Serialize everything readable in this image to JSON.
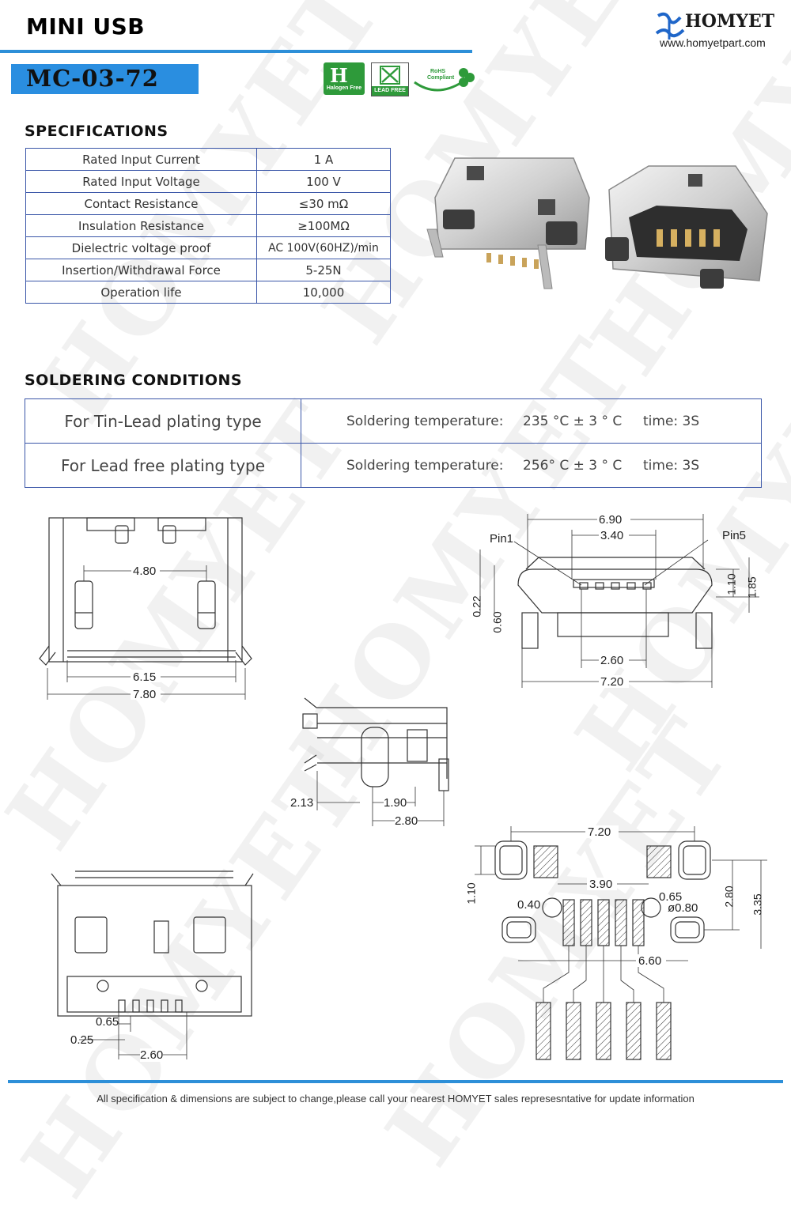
{
  "header": {
    "title": "MINI USB",
    "brand": "HOMYET",
    "website": "www.homyetpart.com",
    "model": "MC-03-72",
    "badges": {
      "halogen": "Halogen Free",
      "lead": "LEAD FREE",
      "rohs_top": "RoHS",
      "rohs_bottom": "Compliant"
    }
  },
  "specifications": {
    "heading": "SPECIFICATIONS",
    "rows": [
      {
        "name": "Rated Input Current",
        "value": "1 A"
      },
      {
        "name": "Rated Input Voltage",
        "value": "100 V"
      },
      {
        "name": "Contact Resistance",
        "value": "≤30 mΩ"
      },
      {
        "name": "Insulation Resistance",
        "value": "≥100MΩ"
      },
      {
        "name": "Dielectric voltage proof",
        "value": "AC 100V(60HZ)/min"
      },
      {
        "name": "Insertion/Withdrawal Force",
        "value": "5-25N"
      },
      {
        "name": "Operation life",
        "value": "10,000"
      }
    ]
  },
  "soldering": {
    "heading": "SOLDERING  CONDITIONS",
    "rows": [
      {
        "type": "For Tin-Lead plating type",
        "label": "Soldering temperature:",
        "temp": "235 °C ± 3 ° C",
        "time": "time: 3S"
      },
      {
        "type": "For Lead free plating type",
        "label": "Soldering temperature:",
        "temp": "256° C ± 3 ° C",
        "time": "time: 3S"
      }
    ]
  },
  "drawings": {
    "top_view": {
      "d1": "4.80",
      "d2": "6.15",
      "d3": "7.80"
    },
    "front_view": {
      "pin1": "Pin1",
      "pin5": "Pin5",
      "d1": "6.90",
      "d2": "3.40",
      "d3": "2.60",
      "d4": "7.20",
      "d5": "0.22",
      "d6": "0.60",
      "d7": "1.10",
      "d8": "1.85"
    },
    "side_view": {
      "d1": "2.13",
      "d2": "1.90",
      "d3": "2.80"
    },
    "bottom_view": {
      "d1": "0.65",
      "d2": "0.25",
      "d3": "2.60"
    },
    "pcb_layout": {
      "d1": "7.20",
      "d2": "3.90",
      "d3": "0.40",
      "d4": "0.65",
      "d5": "ø0.80",
      "d6": "1.10",
      "d7": "2.80",
      "d8": "3.35",
      "d9": "6.60"
    }
  },
  "colors": {
    "accent_blue": "#2d8fd8",
    "model_bg": "#2a8ee0",
    "table_border": "#3a56a8"
  },
  "footer": {
    "text": "All specification & dimensions are subject to change,please call your nearest HOMYET sales represesntative for update information"
  }
}
